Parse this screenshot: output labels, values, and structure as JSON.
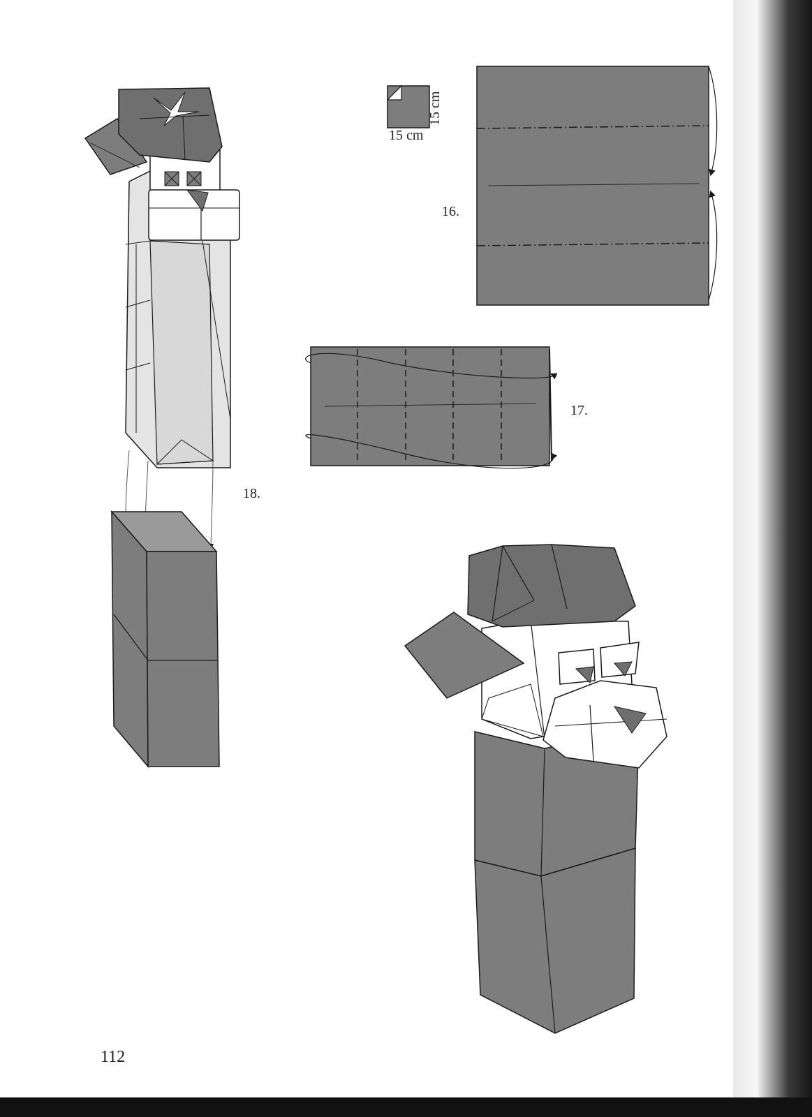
{
  "steps": {
    "s16": "16.",
    "s17": "17.",
    "s18": "18."
  },
  "paper_size": {
    "width": "15 cm",
    "height": "15 cm"
  },
  "page_number": "112",
  "colors": {
    "paper_dark": "#7d7d7d",
    "paper_light": "#e4e4e4",
    "paper_white": "#ffffff",
    "line": "#1a1a1a"
  }
}
